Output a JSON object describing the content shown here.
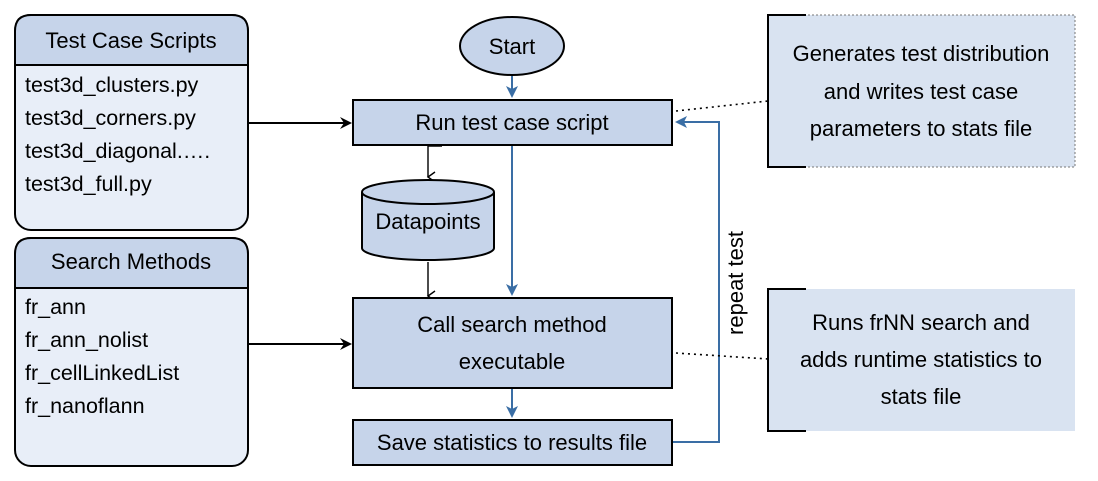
{
  "scripts_panel": {
    "title": "Test Case Scripts",
    "items": [
      "test3d_clusters.py",
      "test3d_corners.py",
      "test3d_diagonal.….",
      "test3d_full.py"
    ]
  },
  "methods_panel": {
    "title": "Search Methods",
    "items": [
      "fr_ann",
      "fr_ann_nolist",
      "fr_cellLinkedList",
      "fr_nanoflann"
    ]
  },
  "flow": {
    "start": "Start",
    "run_script": "Run test case script",
    "datapoints": "Datapoints",
    "call_search": [
      "Call search method",
      "executable"
    ],
    "save_stats": "Save statistics to results file",
    "repeat": "repeat test"
  },
  "notes": {
    "generate": [
      "Generates test distribution",
      "and writes test case",
      "parameters to stats file"
    ],
    "runs": [
      "Runs frNN search and",
      "adds runtime statistics to",
      "stats file"
    ]
  },
  "colors": {
    "fill_light": "#e8eef8",
    "fill_header": "#c6d4ea",
    "stroke": "#000000",
    "blue_arrow": "#3a6ea5",
    "note_fill": "#d9e3f1"
  }
}
